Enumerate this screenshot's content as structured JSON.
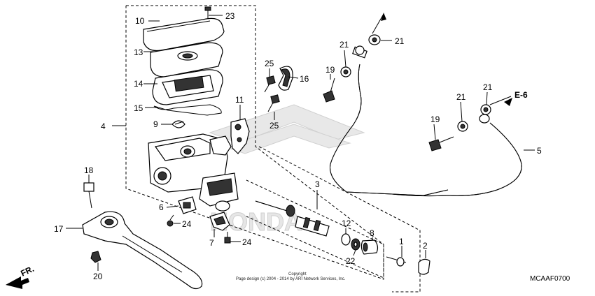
{
  "labels": {
    "p1": "1",
    "p2": "2",
    "p3": "3",
    "p4": "4",
    "p5": "5",
    "p6": "6",
    "p7": "7",
    "p8": "8",
    "p9": "9",
    "p10": "10",
    "p11": "11",
    "p12": "12",
    "p13": "13",
    "p14": "14",
    "p15": "15",
    "p16": "16",
    "p17": "17",
    "p18": "18",
    "p19a": "19",
    "p19b": "19",
    "p20": "20",
    "p21a": "21",
    "p21b": "21",
    "p21c": "21",
    "p21d": "21",
    "p22": "22",
    "p23": "23",
    "p24a": "24",
    "p24b": "24",
    "p25a": "25",
    "p25b": "25",
    "ref": "E-6"
  },
  "front_marker": "FR.",
  "copyright_line1": "Copyright",
  "copyright_line2": "Page design (c) 2004 - 2014 by ARI Network Services, Inc.",
  "diagram_code": "MCAAF0700",
  "watermark": "HONDA"
}
